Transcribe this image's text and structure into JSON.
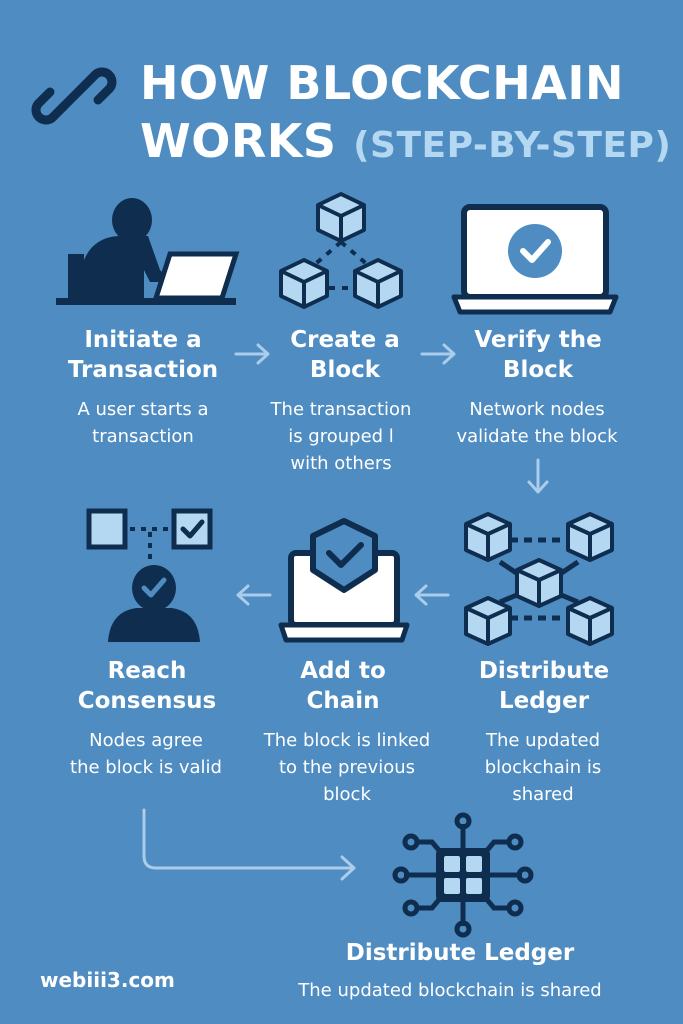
{
  "title": {
    "line1": "HOW BLOCKCHAIN",
    "line2_main": "WORKS",
    "line2_accent": "(STEP-BY-STEP)"
  },
  "steps": [
    {
      "title_l1": "Initiate a",
      "title_l2": "Transaction",
      "desc_l1": "A user starts a",
      "desc_l2": "transaction",
      "desc_l3": ""
    },
    {
      "title_l1": "Create a",
      "title_l2": "Block",
      "desc_l1": "The transaction",
      "desc_l2": "is grouped l",
      "desc_l3": "with others"
    },
    {
      "title_l1": "Verify the",
      "title_l2": "Block",
      "desc_l1": "Network nodes",
      "desc_l2": "validate the block",
      "desc_l3": ""
    },
    {
      "title_l1": "Reach",
      "title_l2": "Consensus",
      "desc_l1": "Nodes agree",
      "desc_l2": "the block is valid",
      "desc_l3": ""
    },
    {
      "title_l1": "Add to",
      "title_l2": "Chain",
      "desc_l1": "The block is linked",
      "desc_l2": "to the previous",
      "desc_l3": "block"
    },
    {
      "title_l1": "Distribute",
      "title_l2": "Ledger",
      "desc_l1": "The updated",
      "desc_l2": "blockchain is",
      "desc_l3": "shared"
    }
  ],
  "final": {
    "title": "Distribute Ledger",
    "desc": "The updated blockchain is shared"
  },
  "brand": "webiii3.com",
  "colors": {
    "background": "#4f8cc1",
    "dark": "#0f2d4f",
    "light_block": "#b4d8f2",
    "arrow": "#a9cdea",
    "accent_text": "#b4d8f2"
  },
  "icons": [
    "chain-link-icon",
    "user-laptop-icon",
    "blocks-network-icon",
    "laptop-check-icon",
    "consensus-user-icon",
    "laptop-shield-icon",
    "ledger-network-icon",
    "network-hub-icon"
  ]
}
